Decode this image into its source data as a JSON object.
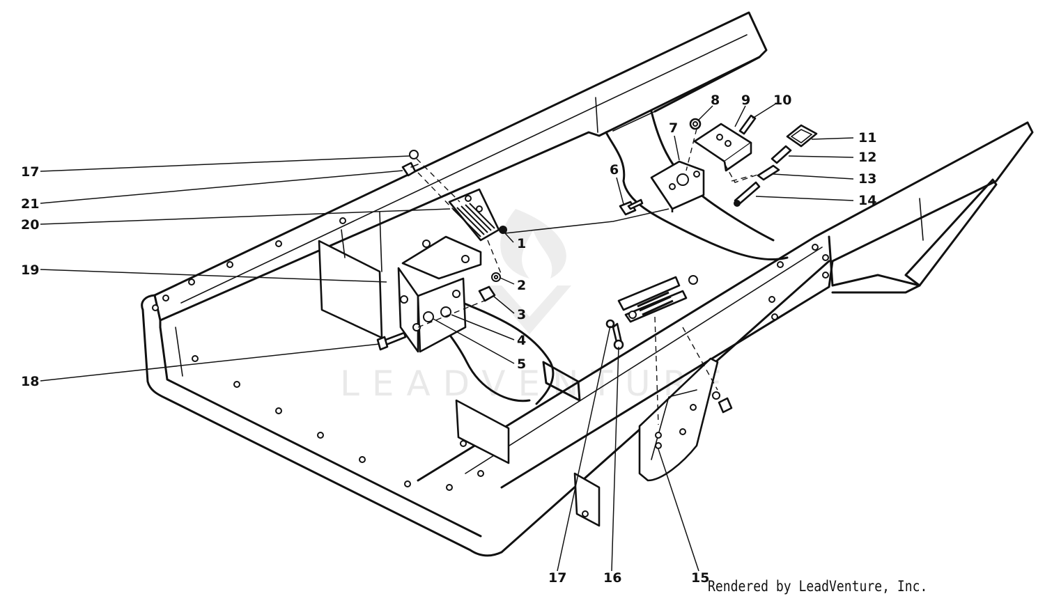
{
  "diagram": {
    "watermark_text": "LEADVENTURE",
    "credit_text": "Rendered by LeadVenture, Inc.",
    "callouts": [
      {
        "id": "c17a",
        "label": "17"
      },
      {
        "id": "c21",
        "label": "21"
      },
      {
        "id": "c20",
        "label": "20"
      },
      {
        "id": "c19",
        "label": "19"
      },
      {
        "id": "c18",
        "label": "18"
      },
      {
        "id": "c1",
        "label": "1"
      },
      {
        "id": "c2",
        "label": "2"
      },
      {
        "id": "c3",
        "label": "3"
      },
      {
        "id": "c4",
        "label": "4"
      },
      {
        "id": "c5",
        "label": "5"
      },
      {
        "id": "c6",
        "label": "6"
      },
      {
        "id": "c7",
        "label": "7"
      },
      {
        "id": "c8",
        "label": "8"
      },
      {
        "id": "c9",
        "label": "9"
      },
      {
        "id": "c10",
        "label": "10"
      },
      {
        "id": "c11",
        "label": "11"
      },
      {
        "id": "c12",
        "label": "12"
      },
      {
        "id": "c13",
        "label": "13"
      },
      {
        "id": "c14",
        "label": "14"
      },
      {
        "id": "c17b",
        "label": "17"
      },
      {
        "id": "c16",
        "label": "16"
      },
      {
        "id": "c15",
        "label": "15"
      }
    ]
  }
}
